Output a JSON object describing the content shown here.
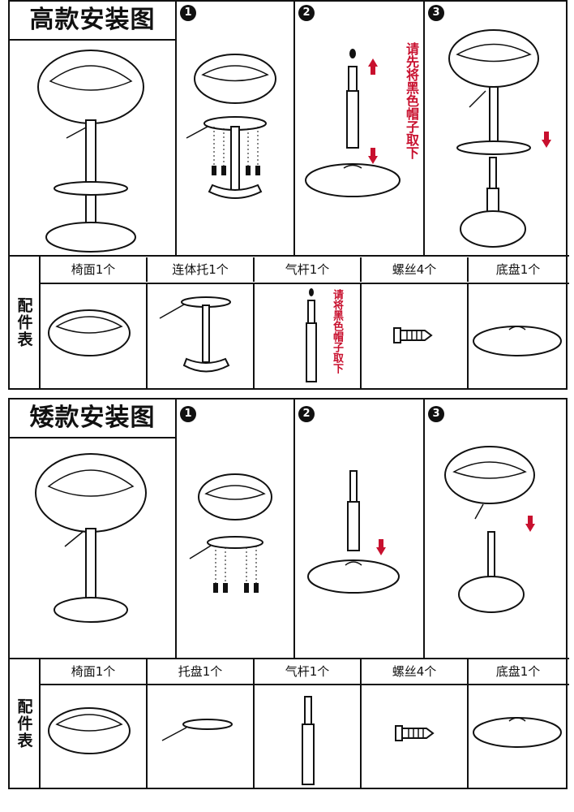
{
  "high_section": {
    "title": "高款安装图",
    "steps": [
      "1",
      "2",
      "3"
    ],
    "note": "请先将黑色帽子取下",
    "parts_table": {
      "side_label": "配件表",
      "headers": [
        "椅面1个",
        "连体托1个",
        "气杆1个",
        "螺丝4个",
        "底盘1个"
      ],
      "gas_note": "请将黑色帽子取下"
    }
  },
  "low_section": {
    "title": "矮款安装图",
    "steps": [
      "1",
      "2",
      "3"
    ],
    "parts_table": {
      "side_label": "配件表",
      "headers": [
        "椅面1个",
        "托盘1个",
        "气杆1个",
        "螺丝4个",
        "底盘1个"
      ]
    }
  },
  "colors": {
    "line": "#111111",
    "note_red": "#c8102e",
    "background": "#ffffff"
  },
  "icons": [
    "step-number-icon",
    "red-down-arrow-icon",
    "red-up-arrow-icon"
  ]
}
